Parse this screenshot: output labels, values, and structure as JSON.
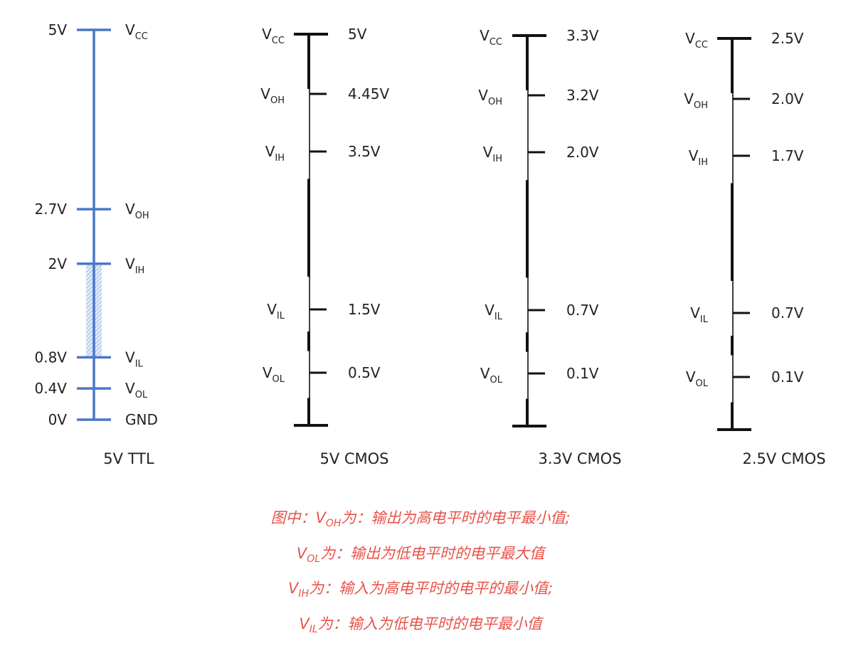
{
  "colors": {
    "ttl": "#4a78c8",
    "cmos": "#111111",
    "caption": "#e8524a",
    "undefined_zone": "#a9bfe8"
  },
  "diagrams": [
    {
      "id": "ttl-5v",
      "title": "5V TTL",
      "style": "ttl",
      "vmax": 5,
      "levels": [
        {
          "name": "V",
          "sub": "CC",
          "voltage": 5,
          "label": "5V"
        },
        {
          "name": "V",
          "sub": "OH",
          "voltage": 2.7,
          "label": "2.7V"
        },
        {
          "name": "V",
          "sub": "IH",
          "voltage": 2,
          "label": "2V"
        },
        {
          "name": "V",
          "sub": "IL",
          "voltage": 0.8,
          "label": "0.8V"
        },
        {
          "name": "V",
          "sub": "OL",
          "voltage": 0.4,
          "label": "0.4V"
        },
        {
          "name": "GND",
          "sub": "",
          "voltage": 0,
          "label": "0V"
        }
      ],
      "undefined_zone": [
        0.8,
        2
      ]
    },
    {
      "id": "cmos-5v",
      "title": "5V CMOS",
      "style": "cmos",
      "levels": [
        {
          "name": "V",
          "sub": "CC",
          "voltage": 5,
          "label": "5V"
        },
        {
          "name": "V",
          "sub": "OH",
          "voltage": 4.45,
          "label": "4.45V"
        },
        {
          "name": "V",
          "sub": "IH",
          "voltage": 3.5,
          "label": "3.5V"
        },
        {
          "name": "V",
          "sub": "IL",
          "voltage": 1.5,
          "label": "1.5V"
        },
        {
          "name": "V",
          "sub": "OL",
          "voltage": 0.5,
          "label": "0.5V"
        }
      ]
    },
    {
      "id": "cmos-3v3",
      "title": "3.3V CMOS",
      "style": "cmos",
      "levels": [
        {
          "name": "V",
          "sub": "CC",
          "voltage": 3.3,
          "label": "3.3V"
        },
        {
          "name": "V",
          "sub": "OH",
          "voltage": 3.2,
          "label": "3.2V"
        },
        {
          "name": "V",
          "sub": "IH",
          "voltage": 2.0,
          "label": "2.0V"
        },
        {
          "name": "V",
          "sub": "IL",
          "voltage": 0.7,
          "label": "0.7V"
        },
        {
          "name": "V",
          "sub": "OL",
          "voltage": 0.1,
          "label": "0.1V"
        }
      ]
    },
    {
      "id": "cmos-2v5",
      "title": "2.5V CMOS",
      "style": "cmos",
      "levels": [
        {
          "name": "V",
          "sub": "CC",
          "voltage": 2.5,
          "label": "2.5V"
        },
        {
          "name": "V",
          "sub": "OH",
          "voltage": 2.0,
          "label": "2.0V"
        },
        {
          "name": "V",
          "sub": "IH",
          "voltage": 1.7,
          "label": "1.7V"
        },
        {
          "name": "V",
          "sub": "IL",
          "voltage": 0.7,
          "label": "0.7V"
        },
        {
          "name": "V",
          "sub": "OL",
          "voltage": 0.1,
          "label": "0.1V"
        }
      ]
    }
  ],
  "caption": {
    "lines": [
      {
        "prefix": "图中：",
        "sym": "V",
        "sub": "OH",
        "text": "为：输出为高电平时的电平最小值;"
      },
      {
        "prefix": "",
        "sym": "V",
        "sub": "OL",
        "text": "为：输出为低电平时的电平最大值"
      },
      {
        "prefix": "",
        "sym": "V",
        "sub": "IH",
        "text": "为：输入为高电平时的电平的最小值;"
      },
      {
        "prefix": "",
        "sym": "V",
        "sub": "IL",
        "text": "为：输入为低电平时的电平最小值"
      }
    ]
  }
}
